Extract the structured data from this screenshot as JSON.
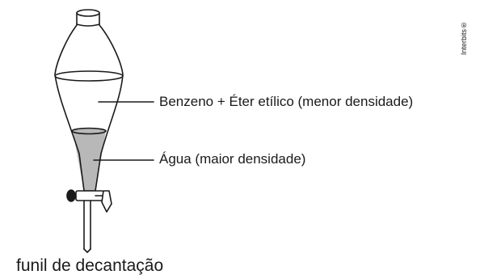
{
  "labels": {
    "upper_layer": "Benzeno + Éter etílico (menor densidade)",
    "lower_layer": "Água (maior densidade)"
  },
  "caption": "funil de decantação",
  "credit": "Interbits®",
  "colors": {
    "outline": "#1a1a1a",
    "water_fill": "#b8b8b8",
    "background": "#ffffff"
  }
}
